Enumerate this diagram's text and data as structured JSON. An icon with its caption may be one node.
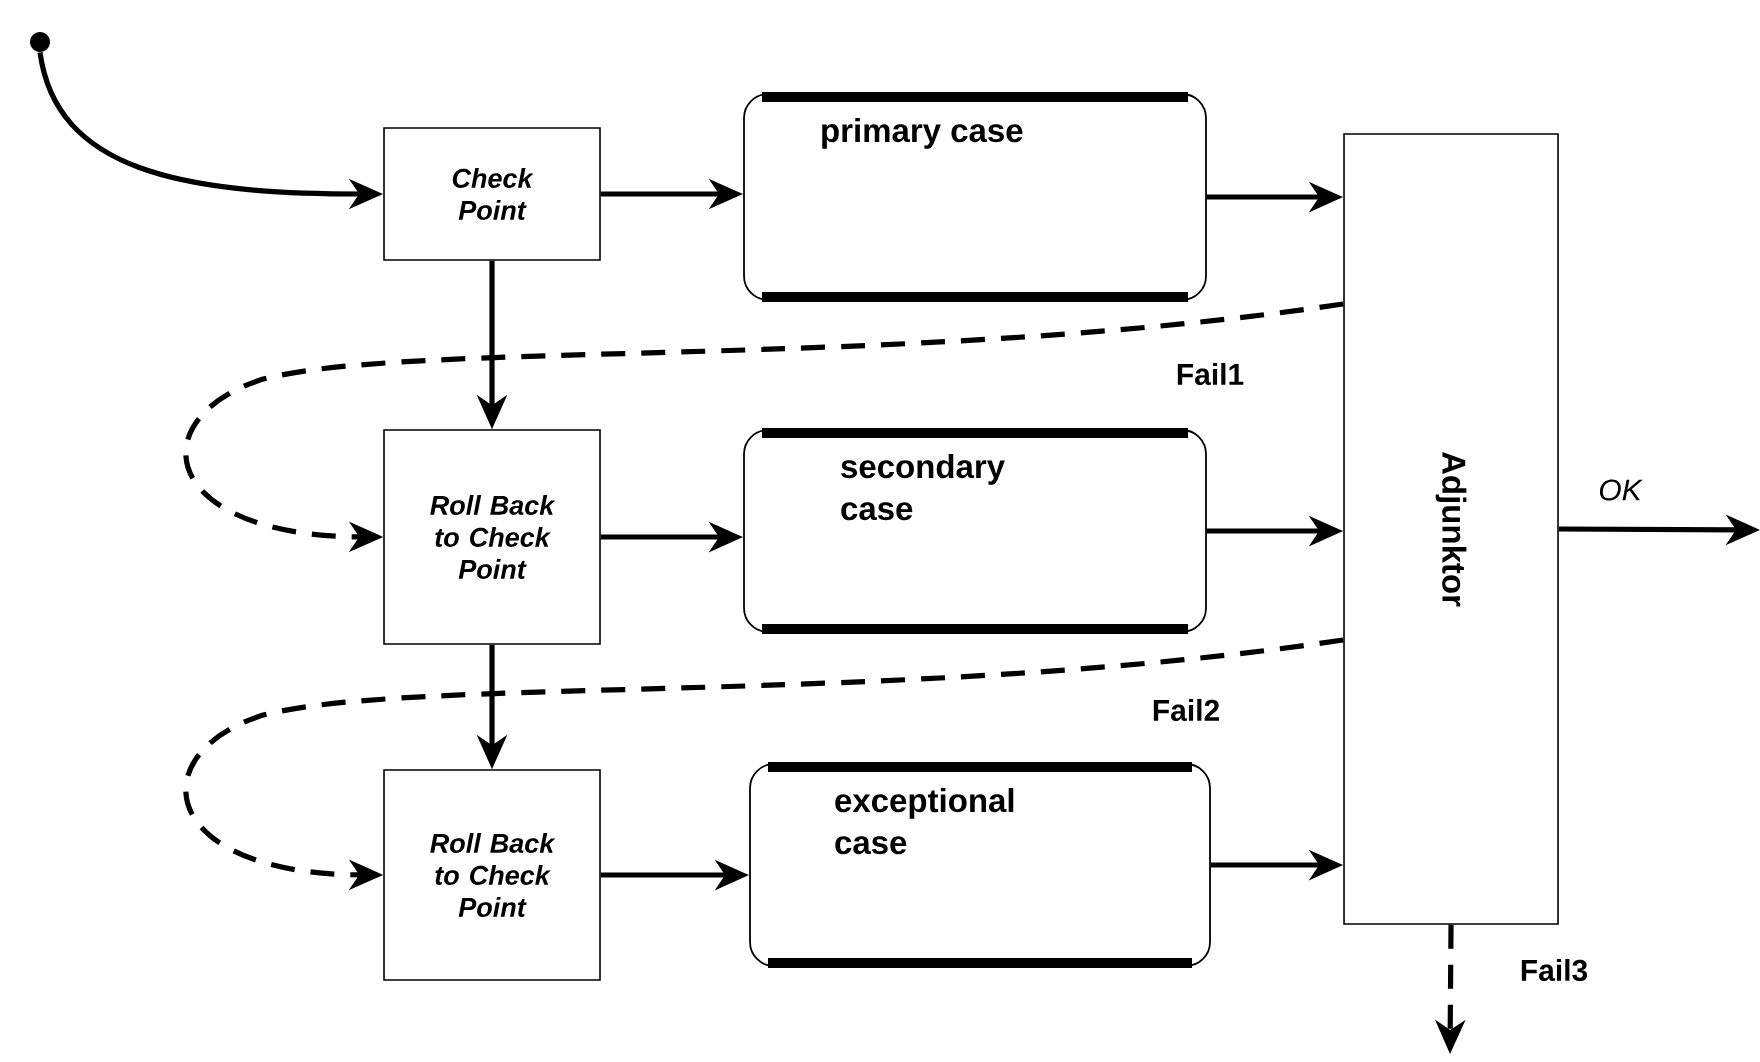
{
  "diagram": {
    "nodes": [
      {
        "text": [
          "Check Point"
        ]
      },
      {
        "text": [
          "Roll Back to Check Point"
        ]
      },
      {
        "text": [
          "Roll Back to Check Point"
        ]
      },
      {
        "text": [
          "primary case"
        ]
      },
      {
        "text": [
          "secondary case"
        ]
      },
      {
        "text": [
          "exceptional case"
        ]
      },
      {
        "text": [
          "Adjunktor"
        ]
      },
      {
        "text": [],
        "shape": "circle"
      }
    ],
    "edges": [
      {
        "from": 7,
        "to": 0,
        "arrow": "to"
      },
      {
        "from": 0,
        "to": 3,
        "arrow": "to"
      },
      {
        "from": 0,
        "to": 1,
        "arrow": "to"
      },
      {
        "from": 1,
        "to": 4,
        "arrow": "to"
      },
      {
        "from": 1,
        "to": 2,
        "arrow": "to"
      },
      {
        "from": 2,
        "to": 5,
        "arrow": "to"
      },
      {
        "from": 3,
        "to": 6,
        "arrow": "to"
      },
      {
        "from": 4,
        "to": 6,
        "arrow": "to"
      },
      {
        "from": 5,
        "to": 6,
        "arrow": "to"
      },
      {
        "from": 6,
        "to": 1,
        "arrow": "to",
        "style": "dashed",
        "label": "Fail1"
      },
      {
        "from": 6,
        "to": 2,
        "arrow": "to",
        "style": "dashed",
        "label": "Fail2"
      },
      {
        "from": 6,
        "to": null,
        "arrow": "to",
        "label": "OK"
      },
      {
        "from": 6,
        "to": null,
        "arrow": "to",
        "style": "dashed",
        "label": "Fail3"
      }
    ]
  }
}
